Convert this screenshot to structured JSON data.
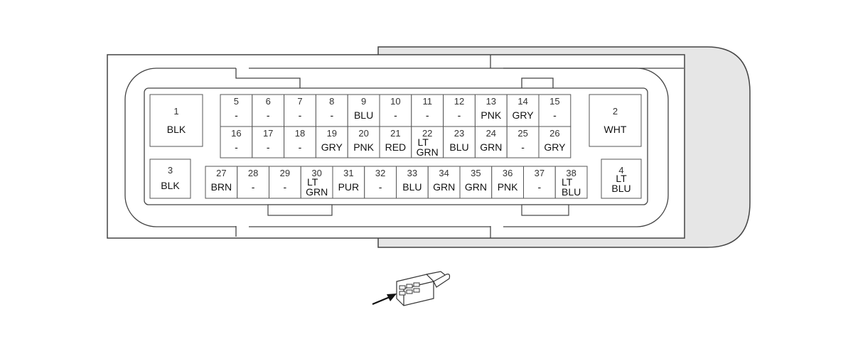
{
  "connector": {
    "pins": [
      {
        "num": "1",
        "color": [
          "BLK"
        ]
      },
      {
        "num": "2",
        "color": [
          "WHT"
        ]
      },
      {
        "num": "3",
        "color": [
          "BLK"
        ]
      },
      {
        "num": "4",
        "color": [
          "LT",
          "BLU"
        ]
      },
      {
        "num": "5",
        "color": [
          "-"
        ]
      },
      {
        "num": "6",
        "color": [
          "-"
        ]
      },
      {
        "num": "7",
        "color": [
          "-"
        ]
      },
      {
        "num": "8",
        "color": [
          "-"
        ]
      },
      {
        "num": "9",
        "color": [
          "BLU"
        ]
      },
      {
        "num": "10",
        "color": [
          "-"
        ]
      },
      {
        "num": "11",
        "color": [
          "-"
        ]
      },
      {
        "num": "12",
        "color": [
          "-"
        ]
      },
      {
        "num": "13",
        "color": [
          "PNK"
        ]
      },
      {
        "num": "14",
        "color": [
          "GRY"
        ]
      },
      {
        "num": "15",
        "color": [
          "-"
        ]
      },
      {
        "num": "16",
        "color": [
          "-"
        ]
      },
      {
        "num": "17",
        "color": [
          "-"
        ]
      },
      {
        "num": "18",
        "color": [
          "-"
        ]
      },
      {
        "num": "19",
        "color": [
          "GRY"
        ]
      },
      {
        "num": "20",
        "color": [
          "PNK"
        ]
      },
      {
        "num": "21",
        "color": [
          "RED"
        ]
      },
      {
        "num": "22",
        "color": [
          "LT",
          "GRN"
        ]
      },
      {
        "num": "23",
        "color": [
          "BLU"
        ]
      },
      {
        "num": "24",
        "color": [
          "GRN"
        ]
      },
      {
        "num": "25",
        "color": [
          "-"
        ]
      },
      {
        "num": "26",
        "color": [
          "GRY"
        ]
      },
      {
        "num": "27",
        "color": [
          "BRN"
        ]
      },
      {
        "num": "28",
        "color": [
          "-"
        ]
      },
      {
        "num": "29",
        "color": [
          "-"
        ]
      },
      {
        "num": "30",
        "color": [
          "LT",
          "GRN"
        ]
      },
      {
        "num": "31",
        "color": [
          "PUR"
        ]
      },
      {
        "num": "32",
        "color": [
          "-"
        ]
      },
      {
        "num": "33",
        "color": [
          "BLU"
        ]
      },
      {
        "num": "34",
        "color": [
          "GRN"
        ]
      },
      {
        "num": "35",
        "color": [
          "GRN"
        ]
      },
      {
        "num": "36",
        "color": [
          "PNK"
        ]
      },
      {
        "num": "37",
        "color": [
          "-"
        ]
      },
      {
        "num": "38",
        "color": [
          "LT",
          "BLU"
        ]
      }
    ]
  },
  "colors": {
    "outline": "#444444",
    "housing_fill": "#e6e6e6",
    "cell_border": "#555555",
    "text": "#111111"
  }
}
